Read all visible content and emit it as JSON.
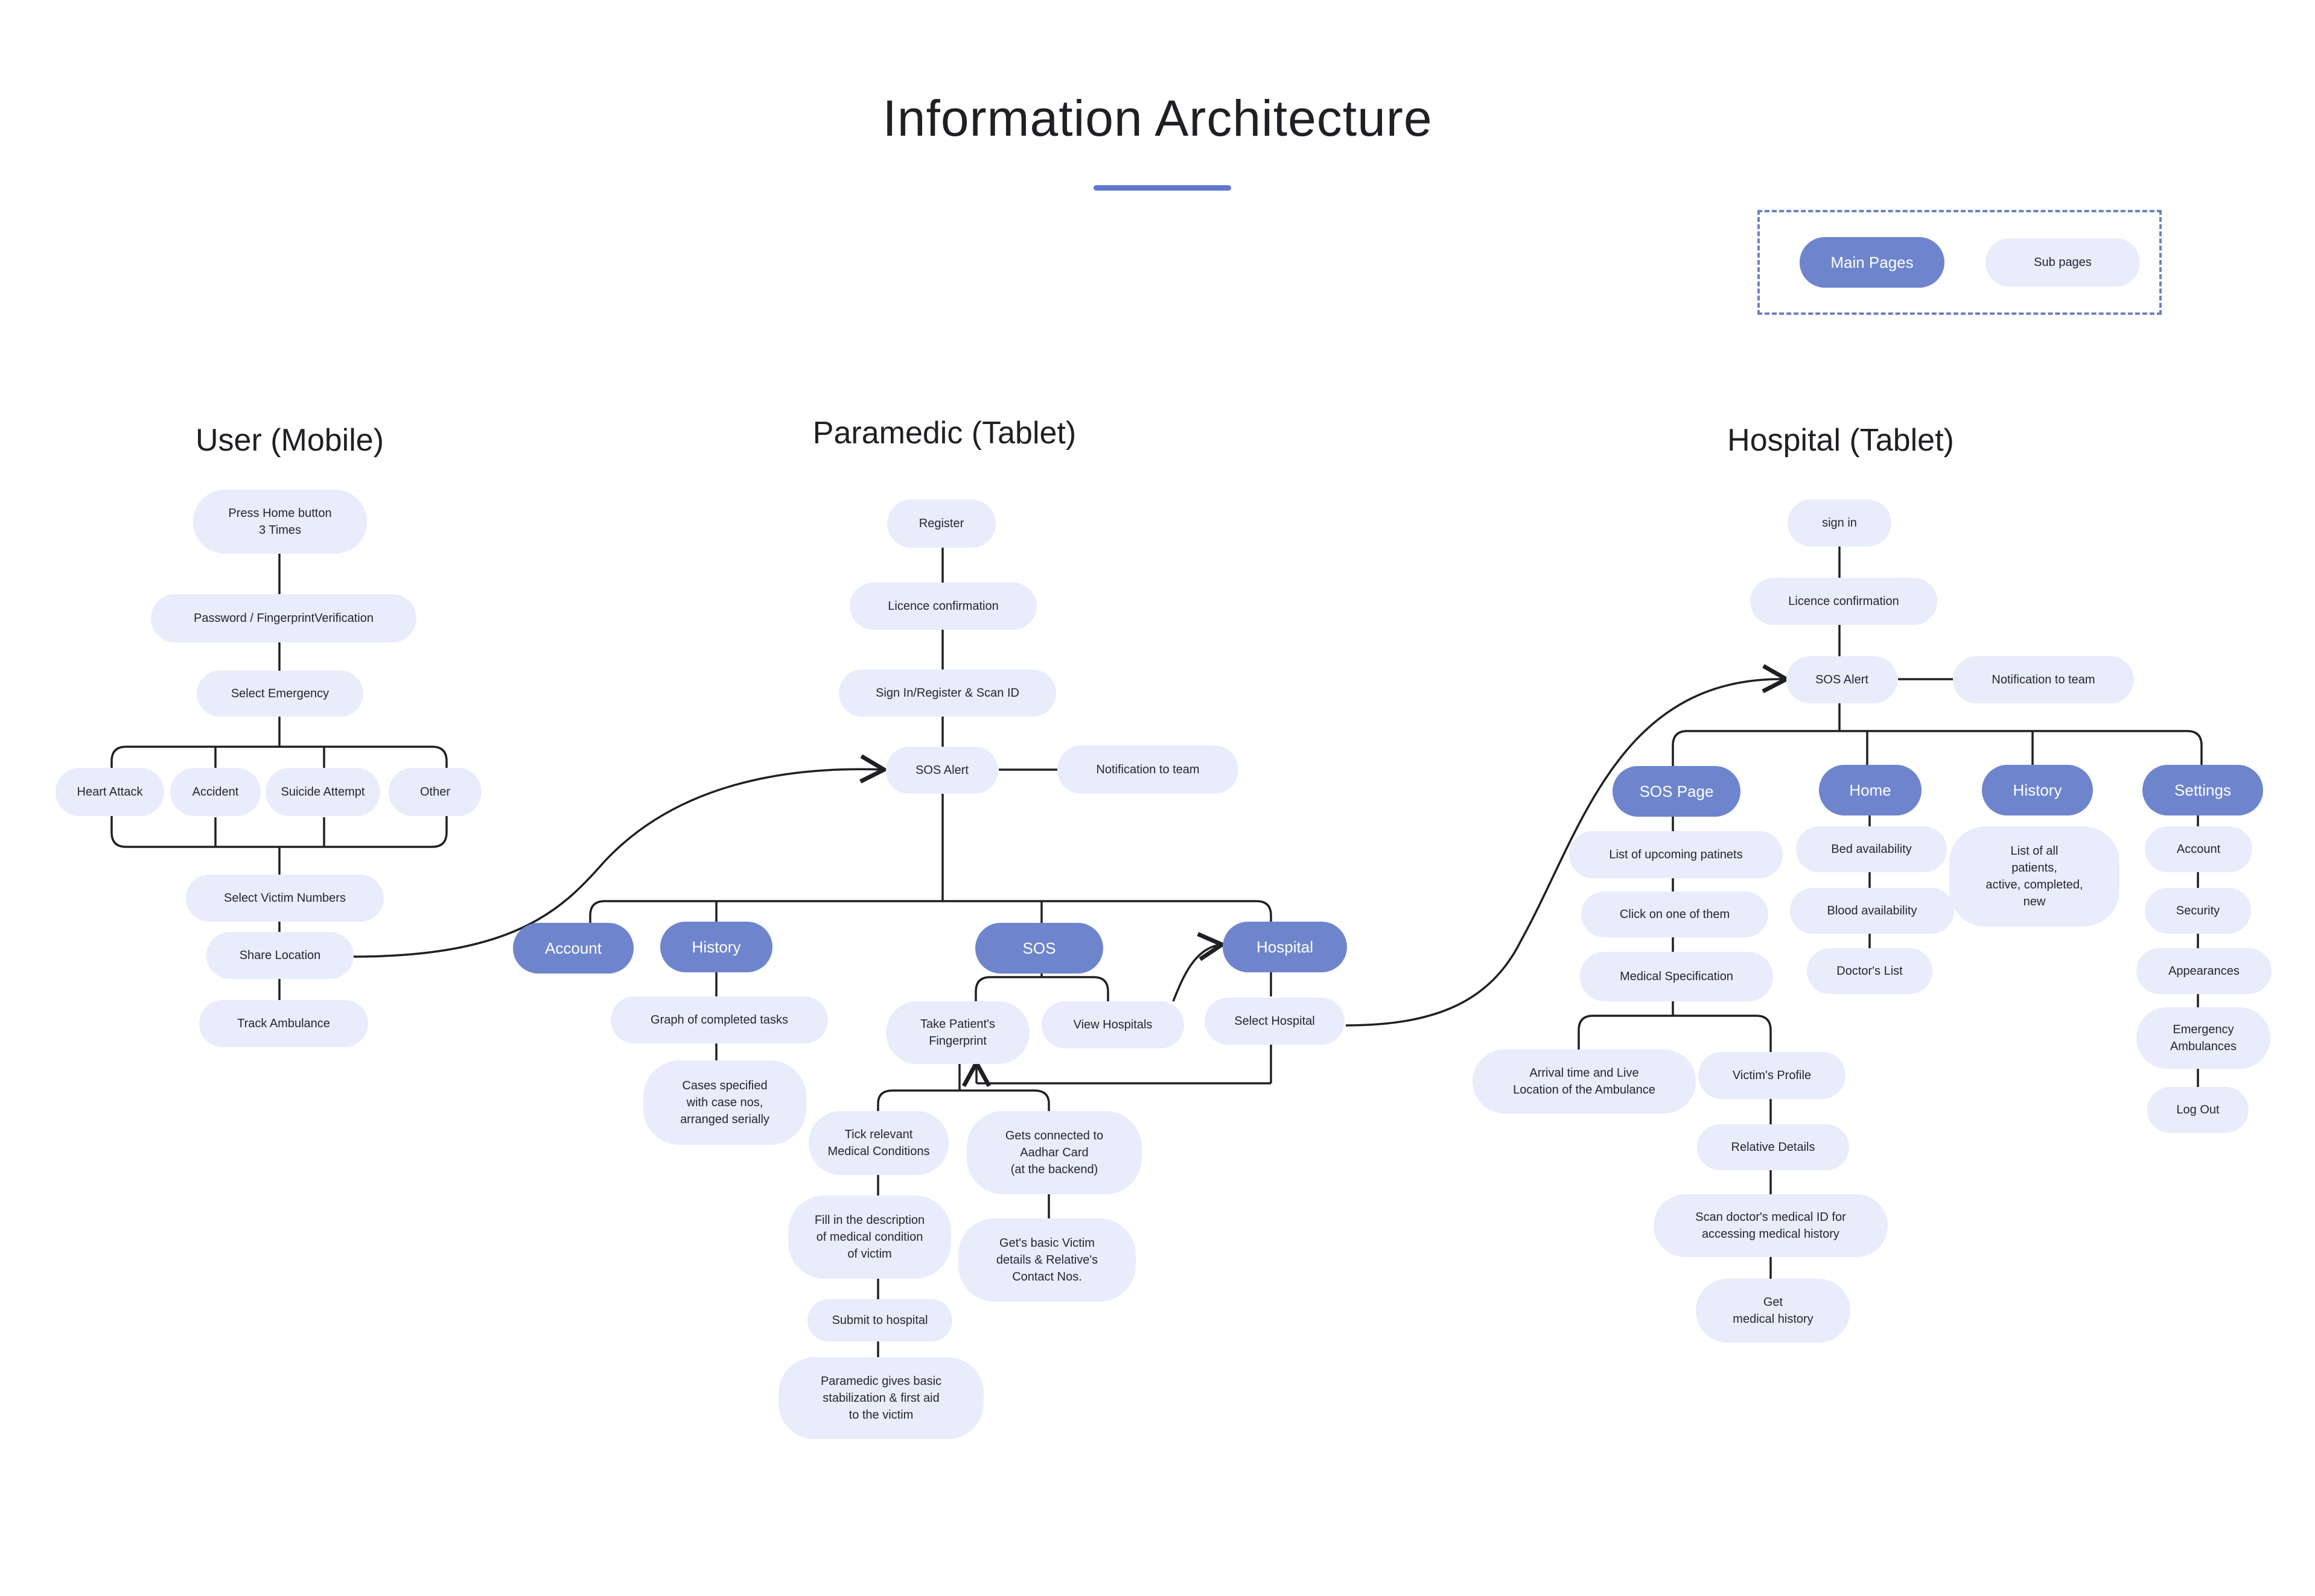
{
  "title": "Information Architecture",
  "colors": {
    "main": "#6e85cd",
    "sub": "#e8ecfb",
    "line": "#1f1f24",
    "accent": "#5f79cf"
  },
  "legend": {
    "main": "Main Pages",
    "sub": "Sub pages"
  },
  "sections": {
    "user": "User (Mobile)",
    "paramedic": "Paramedic (Tablet)",
    "hospital": "Hospital (Tablet)"
  },
  "user": {
    "press_home": "Press Home button\n3 Times",
    "password": "Password / FingerprintVerification",
    "select_emergency": "Select Emergency",
    "heart_attack": "Heart Attack",
    "accident": "Accident",
    "suicide": "Suicide Attempt",
    "other": "Other",
    "victim_numbers": "Select Victim Numbers",
    "share_location": "Share Location",
    "track_ambulance": "Track Ambulance"
  },
  "paramedic": {
    "register": "Register",
    "licence": "Licence confirmation",
    "signin": "Sign In/Register & Scan ID",
    "sos_alert": "SOS Alert",
    "notification": "Notification to team",
    "account": "Account",
    "history": "History",
    "sos": "SOS",
    "hospital": "Hospital",
    "graph": "Graph of completed tasks",
    "cases": "Cases specified\nwith case nos,\narranged serially",
    "fingerprint": "Take Patient's\nFingerprint",
    "view_hospitals": "View Hospitals",
    "select_hospital": "Select Hospital",
    "tick": "Tick relevant\nMedical Conditions",
    "fill": "Fill in the description\nof medical condition\nof victim",
    "submit": "Submit to hospital",
    "stabilization": "Paramedic gives basic\nstabilization & first aid\nto the victim",
    "aadhar": "Gets connected to\nAadhar Card\n(at the backend)",
    "victim_details": "Get's basic Victim\ndetails & Relative's\nContact Nos."
  },
  "hospital": {
    "signin": "sign in",
    "licence": "Licence confirmation",
    "sos_alert": "SOS Alert",
    "notification": "Notification to team",
    "sos_page": "SOS Page",
    "home": "Home",
    "history": "History",
    "settings": "Settings",
    "upcoming": "List of upcoming patinets",
    "click": "Click on one of them",
    "medical_spec": "Medical Specification",
    "arrival": "Arrival time and Live\nLocation of the Ambulance",
    "victim_profile": "Victim's Profile",
    "relative": "Relative Details",
    "scan_doctor": "Scan doctor's medical ID for\naccessing medical history",
    "get_history": "Get\nmedical history",
    "bed": "Bed availability",
    "blood": "Blood availability",
    "doctors": "Doctor's List",
    "all_patients": "List of all\npatients,\nactive, completed,\nnew",
    "account": "Account",
    "security": "Security",
    "appearances": "Appearances",
    "emergency_amb": "Emergency\nAmbulances",
    "logout": "Log Out"
  }
}
